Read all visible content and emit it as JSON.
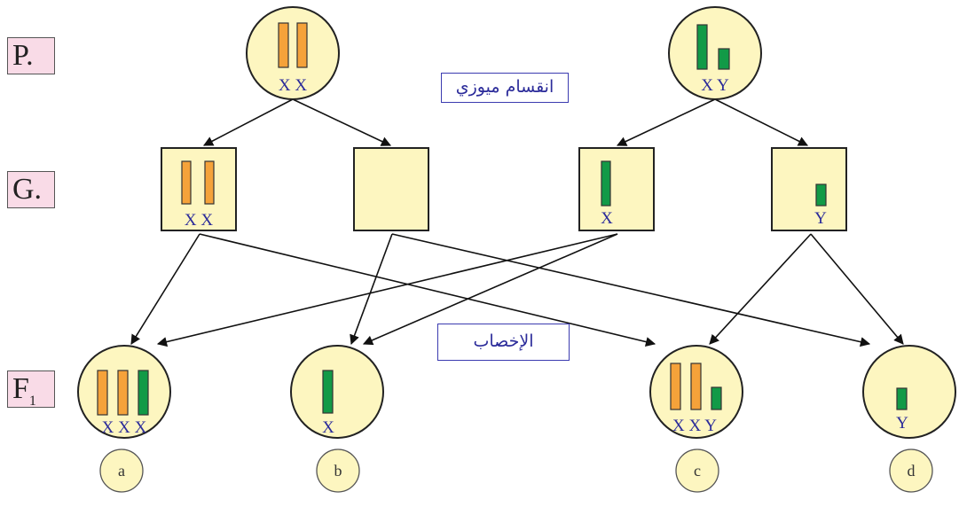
{
  "rows": {
    "parent": "P.",
    "gametes": "G.",
    "offspring_main": "F",
    "offspring_sub": "1"
  },
  "processes": {
    "meiosis": "انقسام ميوزي",
    "fertilization": "الإخصاب"
  },
  "parents": {
    "left": "X X",
    "right": "X Y"
  },
  "gametes": {
    "g1": "X X",
    "g2": "",
    "g3": "X",
    "g4": "Y"
  },
  "offspring": {
    "a": "X X X",
    "b": "X",
    "c": "X X Y",
    "d": "Y"
  },
  "offspring_letters": {
    "a": "a",
    "b": "b",
    "c": "c",
    "d": "d"
  },
  "colors": {
    "orange_chromosome": "#f5a23a",
    "green_chromosome": "#129a47",
    "cell_fill": "#fdf6c0",
    "label_text": "#2b2b9a"
  }
}
